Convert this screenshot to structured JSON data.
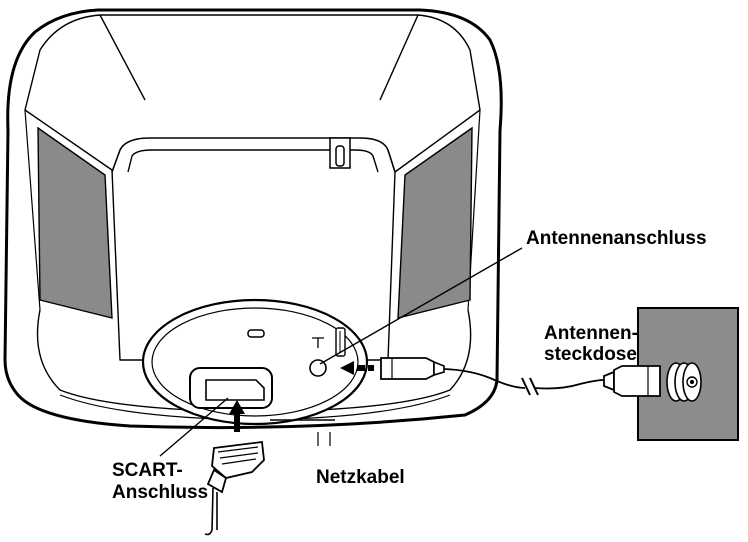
{
  "labels": {
    "antenna_connector": "Antennenanschluss",
    "antenna_socket_line1": "Antennen-",
    "antenna_socket_line2": "steckdose",
    "scart_line1": "SCART-",
    "scart_line2": "Anschluss",
    "power_cable": "Netzkabel"
  },
  "colors": {
    "stroke": "#000000",
    "panel_grey": "#8a8a8a",
    "wall_plate": "#8c8c8c",
    "tv_body": "#ffffff"
  },
  "icons": {
    "antenna_port": "antenna-symbol-icon",
    "direction_arrows": "arrow-icon"
  }
}
